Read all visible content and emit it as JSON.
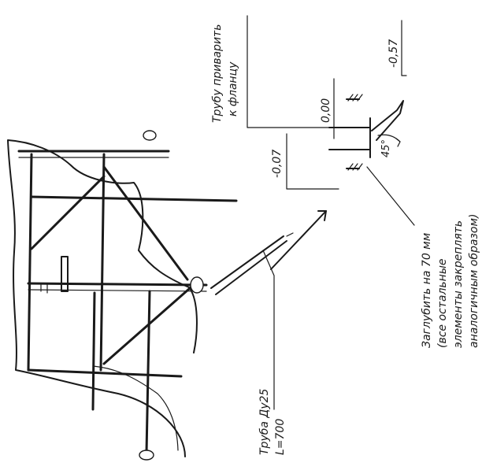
{
  "annotations": {
    "weld_line1": "Трубу приварить",
    "weld_line2": "к фланцу",
    "level_000": "0,00",
    "level_057": "-0,57",
    "level_007": "-0,07",
    "angle": "45°",
    "depth_line1": "Заглубить на 70 мм",
    "depth_line2": "(все остальные",
    "depth_line3": "элементы закреплять",
    "depth_line4": "аналогичным образом)",
    "pipe_line1": "Труба Ду25",
    "pipe_line2": "L=700"
  },
  "colors": {
    "ink": "#1a1a1a",
    "paper": "#ffffff"
  }
}
